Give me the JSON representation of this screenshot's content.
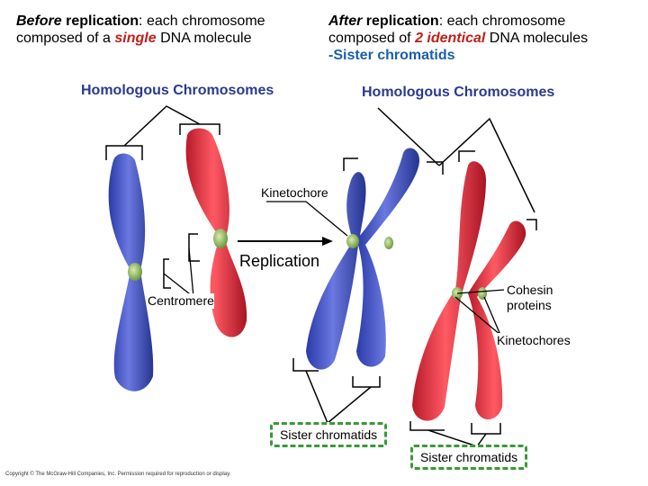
{
  "header_left": {
    "before": "Before",
    "replication": "replication",
    "rest_line1": ": each chromosome",
    "line2_pre": "composed of a ",
    "single": "single",
    "line2_post": " DNA molecule"
  },
  "header_right": {
    "after": "After",
    "replication": "replication",
    "rest_line1": ": each chromosome",
    "line2_pre": "composed of ",
    "identical": "2 identical",
    "line2_post": " DNA molecules",
    "line3": "-Sister chromatids"
  },
  "labels": {
    "homologous_left": "Homologous Chromosomes",
    "homologous_right": "Homologous Chromosomes",
    "kinetochore": "Kinetochore",
    "replication": "Replication",
    "centromere": "Centromere",
    "cohesin_line1": "Cohesin",
    "cohesin_line2": "proteins",
    "kinetochores": "Kinetochores",
    "sister_chromatids_1": "Sister chromatids",
    "sister_chromatids_2": "Sister chromatids"
  },
  "copyright": "Copyright © The McGraw-Hill Companies, Inc. Permission required for reproduction or display.",
  "colors": {
    "chromosome_blue": "#3f4fc4",
    "chromosome_red": "#e0283a",
    "centromere_green": "#9ec070",
    "dashed_box_green": "#3a9a3a"
  }
}
